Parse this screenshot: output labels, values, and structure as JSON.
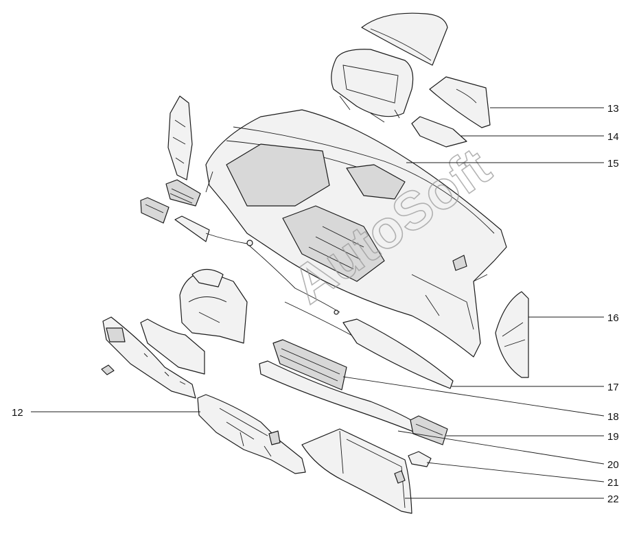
{
  "watermark": "AutoSoft",
  "callouts": {
    "c12": "12",
    "c13": "13",
    "c14": "14",
    "c15": "15",
    "c16": "16",
    "c17": "17",
    "c18": "18",
    "c19": "19",
    "c20": "20",
    "c21": "21",
    "c22": "22"
  }
}
